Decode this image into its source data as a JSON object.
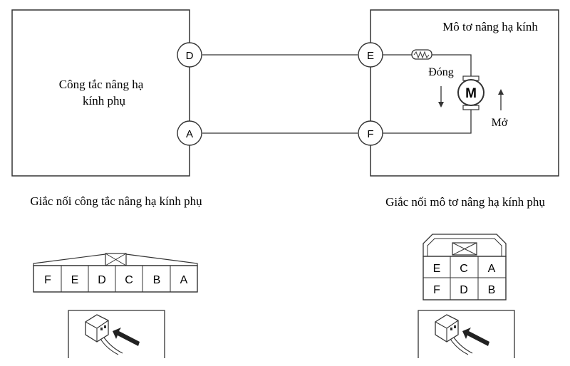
{
  "switch_box": {
    "label_line1": "Công tắc nâng hạ",
    "label_line2": "kính phụ"
  },
  "motor_box": {
    "title": "Mô tơ nâng hạ kính"
  },
  "terminals": {
    "d": "D",
    "a": "A",
    "e": "E",
    "f": "F"
  },
  "motor": {
    "symbol": "M",
    "close_label": "Đóng",
    "open_label": "Mở"
  },
  "captions": {
    "switch_connector": "Giắc nối công tắc nâng hạ kính phụ",
    "motor_connector": "Giắc nối mô tơ nâng hạ kính phụ"
  },
  "switch_connector_pins": [
    "F",
    "E",
    "D",
    "C",
    "B",
    "A"
  ],
  "motor_connector_pins": {
    "top": [
      "E",
      "C",
      "A"
    ],
    "bottom": [
      "F",
      "D",
      "B"
    ]
  },
  "colors": {
    "line": "#333333",
    "background": "#ffffff"
  }
}
